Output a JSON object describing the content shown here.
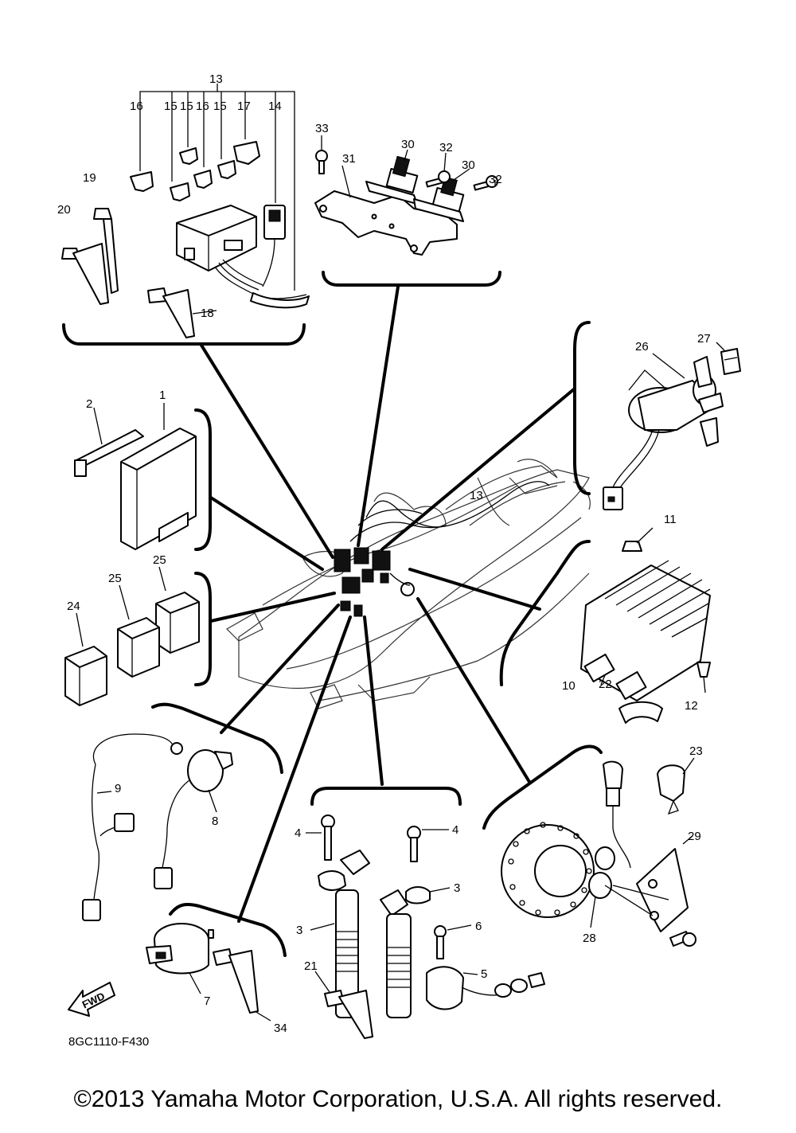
{
  "diagram": {
    "reference_code": "8GC1110-F430",
    "fwd_label": "FWD",
    "copyright": "©2013 Yamaha Motor Corporation, U.S.A. All rights reserved.",
    "labels": {
      "l1": "1",
      "l2": "2",
      "l3a": "3",
      "l3b": "3",
      "l4a": "4",
      "l4b": "4",
      "l5": "5",
      "l6": "6",
      "l7": "7",
      "l8": "8",
      "l9": "9",
      "l10": "10",
      "l11": "11",
      "l12": "12",
      "l13a": "13",
      "l13b": "13",
      "l14": "14",
      "l15a": "15",
      "l15b": "15",
      "l15c": "15",
      "l16a": "16",
      "l16b": "16",
      "l17": "17",
      "l18": "18",
      "l19": "19",
      "l20": "20",
      "l21": "21",
      "l22": "22",
      "l23": "23",
      "l24": "24",
      "l25a": "25",
      "l25b": "25",
      "l26": "26",
      "l27": "27",
      "l28": "28",
      "l29": "29",
      "l30a": "30",
      "l30b": "30",
      "l31": "31",
      "l32a": "32",
      "l32b": "32",
      "l33": "33",
      "l34": "34"
    }
  }
}
